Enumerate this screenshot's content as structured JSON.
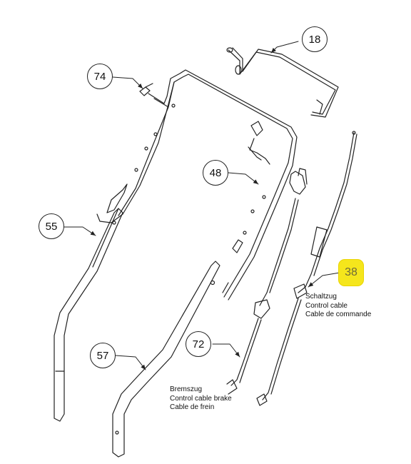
{
  "parts": [
    {
      "number": "18"
    },
    {
      "number": "74"
    },
    {
      "number": "48"
    },
    {
      "number": "55"
    },
    {
      "number": "38",
      "highlighted": true
    },
    {
      "number": "72"
    },
    {
      "number": "57"
    }
  ],
  "labels": {
    "shift_cable": [
      "Schaltzug",
      "Control cable",
      "Cable de commande"
    ],
    "brake_cable": [
      "Bremszug",
      "Control cable brake",
      "Cable de frein"
    ]
  },
  "colors": {
    "line": "#222222",
    "highlight": "#f5e61c"
  }
}
